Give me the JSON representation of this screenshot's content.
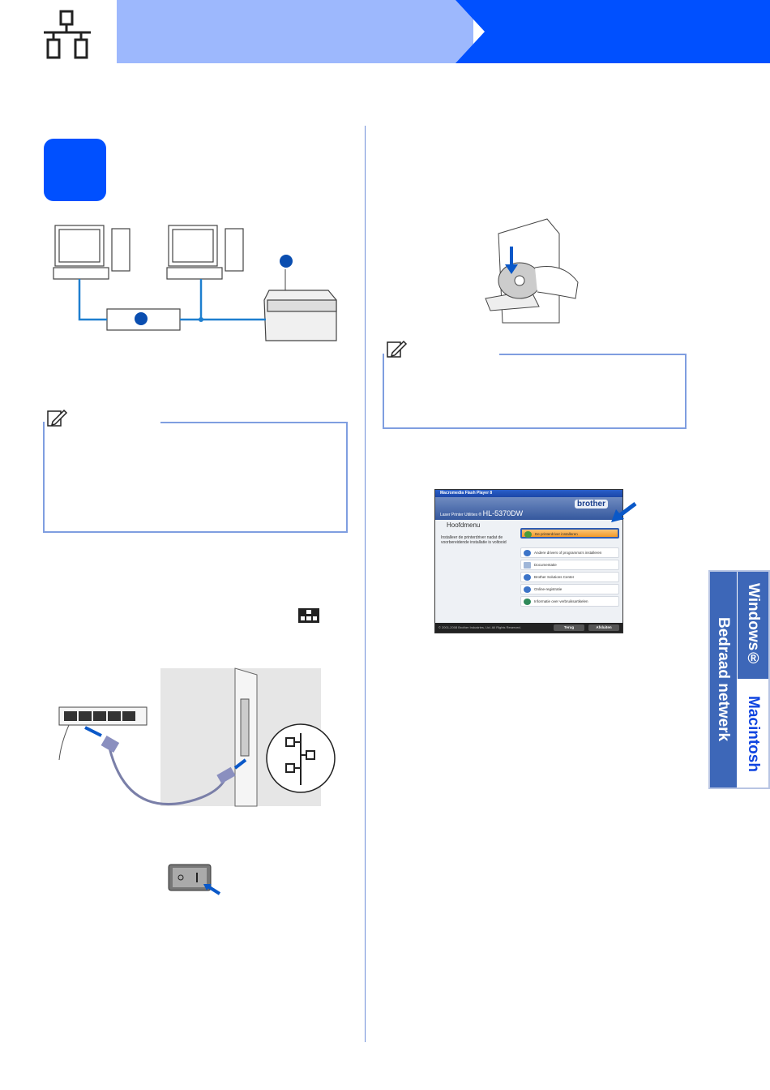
{
  "colors": {
    "accent": "#0050ff",
    "header_light": "#9db8fd",
    "tab": "#3d67b8"
  },
  "dialog": {
    "title": "Macromedia Flash Player 8",
    "brand": "brother",
    "product_prefix": "Laser Printer Utilities ®",
    "model": "HL-5370DW",
    "menu_title": "Hoofdmenu",
    "description": "Installeer de printerdriver nadat de voorbereidende installatie is voltooid",
    "items": [
      {
        "label": "De printerdriver installeren"
      },
      {
        "label": "Andere drivers of programma's installeren"
      },
      {
        "label": "Documentatie"
      },
      {
        "label": "Brother Solutions Center"
      },
      {
        "label": "Online-registratie"
      },
      {
        "label": "Informatie over verbruiksartikelen"
      }
    ],
    "copyright": "© 2001-2008 Brother Industries, Ltd. All Rights Reserved.",
    "back_label": "Terug",
    "exit_label": "Afsluiten"
  },
  "side_tabs": {
    "section": "Bedraad netwerk",
    "windows": "Windows®",
    "macintosh": "Macintosh"
  }
}
